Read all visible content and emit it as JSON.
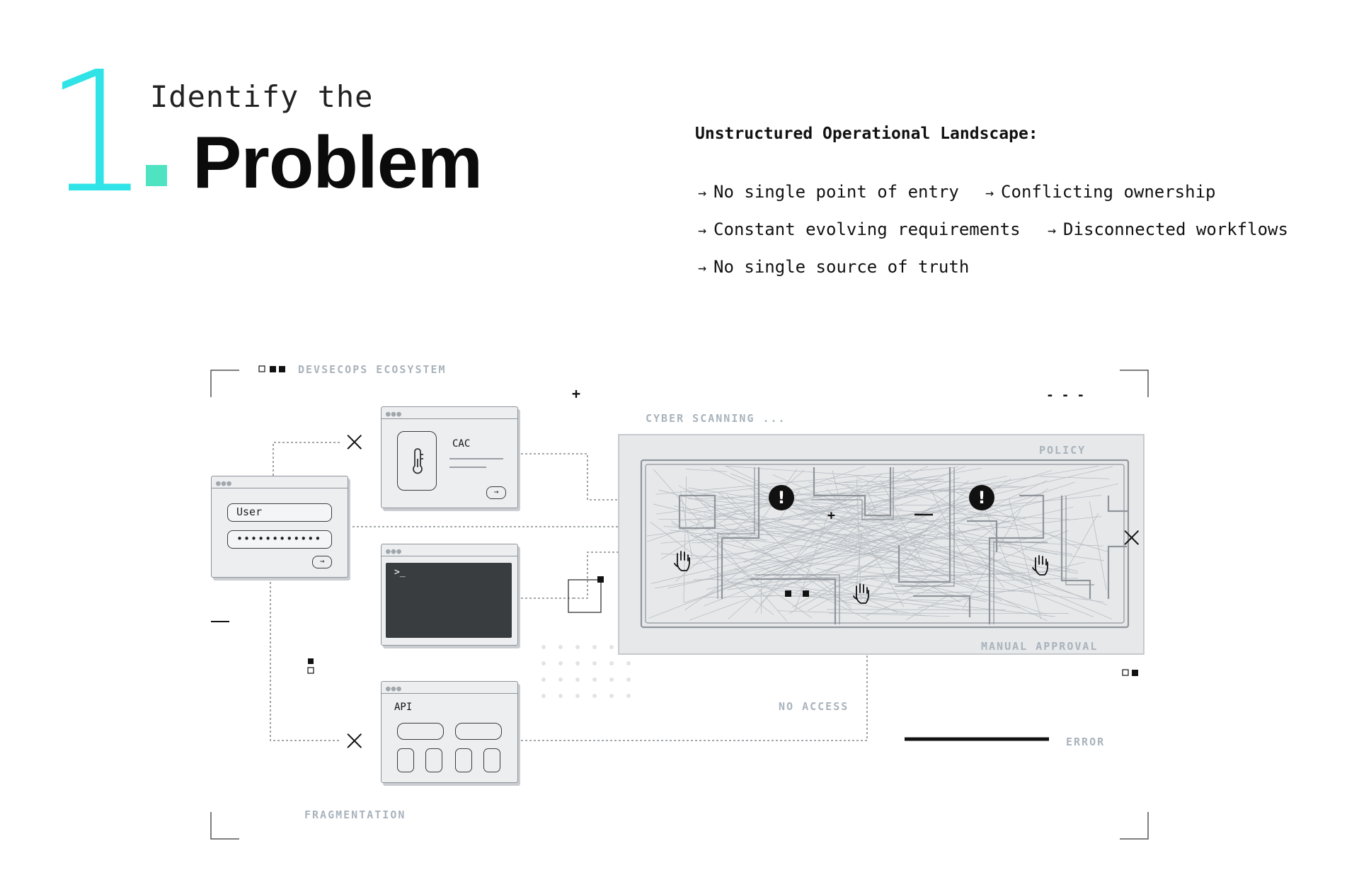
{
  "header": {
    "step_number": "1",
    "subtitle": "Identify the",
    "title": "Problem"
  },
  "landscape": {
    "heading": "Unstructured Operational Landscape:",
    "bullets": [
      "No single point of entry",
      "Conflicting ownership",
      "Constant evolving requirements",
      "Disconnected workflows",
      "No single source of truth"
    ],
    "arrow": "→"
  },
  "diagram": {
    "ecosystem_label": "DEVSECOPS ECOSYSTEM",
    "scanning_label": "CYBER SCANNING ...",
    "policy_label": "POLICY",
    "manual_approval_label": "MANUAL APPROVAL",
    "no_access_label": "NO ACCESS",
    "error_label": "ERROR",
    "fragmentation_label": "FRAGMENTATION",
    "login_window": {
      "user_value": "User",
      "password_value": "••••••••••••",
      "submit_glyph": "→"
    },
    "cac_window": {
      "label": "CAC",
      "submit_glyph": "→"
    },
    "terminal_window": {
      "prompt": ">_"
    },
    "api_window": {
      "label": "API"
    },
    "window_dots": "●●●",
    "alert_glyph": "!",
    "cross_glyph": "×",
    "plus_glyph": "+",
    "dashes_glyph": "- - -"
  }
}
